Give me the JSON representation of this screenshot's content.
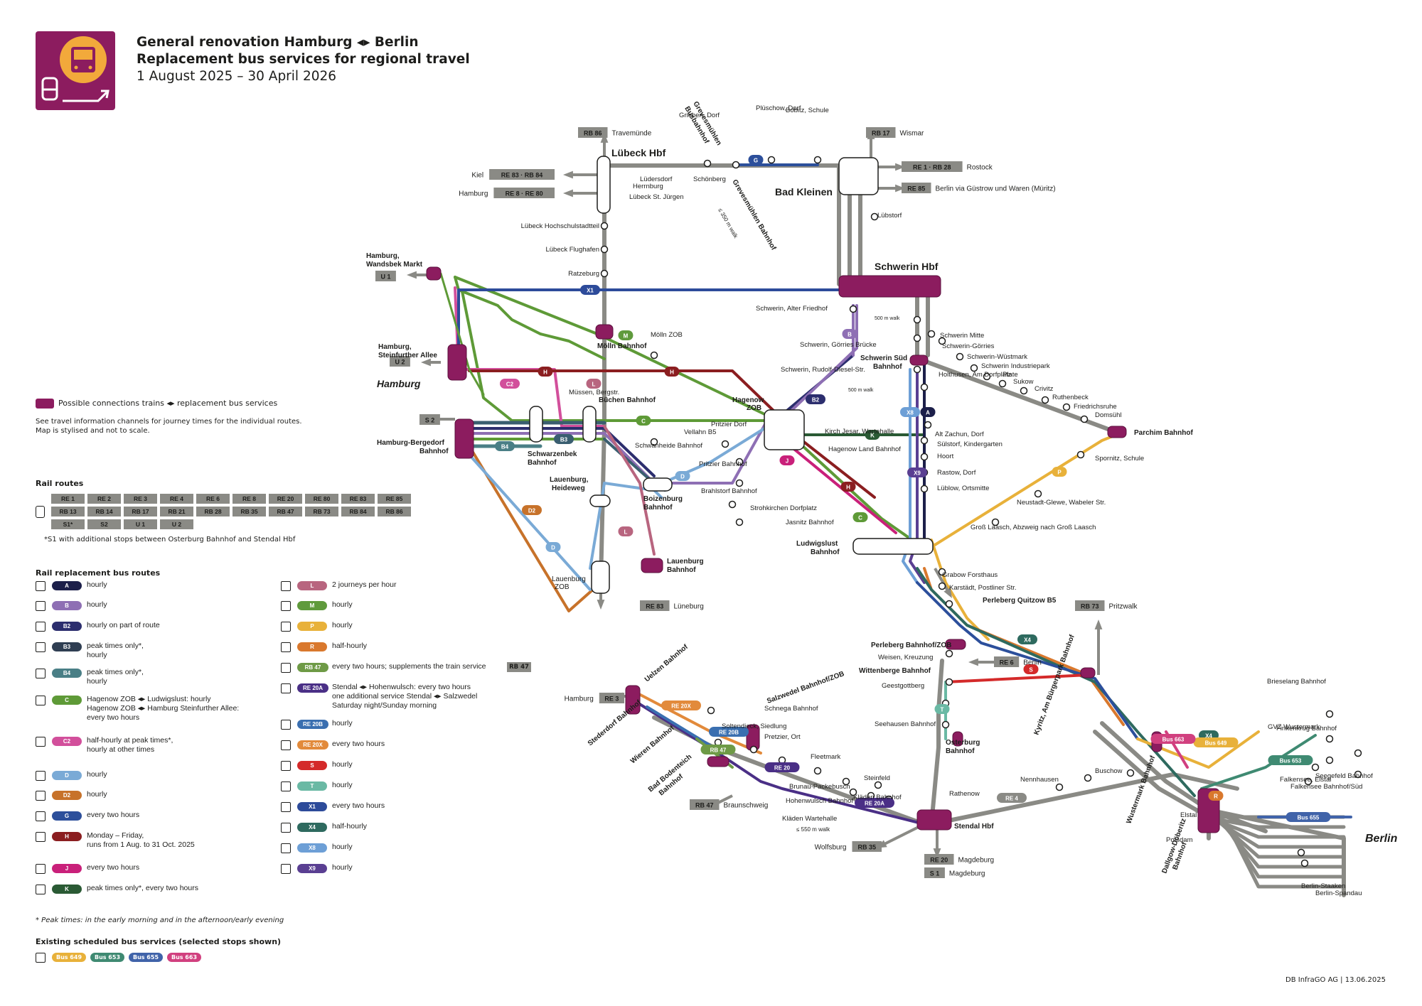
{
  "header": {
    "title_line1": "General renovation Hamburg ◂▸ Berlin",
    "title_line2": "Replacement bus services for regional travel",
    "title_line3": "1 August 2025 – 30 April 2026"
  },
  "intro": {
    "connections": "Possible connections trains ◂▸ replacement bus services",
    "note1": "See travel information channels for journey times for the individual routes.",
    "note2": "Map is stylised and not to scale."
  },
  "rail_routes": {
    "heading": "Rail routes",
    "row1": [
      "RE 1",
      "RE 2",
      "RE 3",
      "RE 4",
      "RE 6",
      "RE 8",
      "RE 20",
      "RE 80",
      "RE 83",
      "RE 85"
    ],
    "row2": [
      "RB 13",
      "RB 14",
      "RB 17",
      "RB 21",
      "RB 28",
      "RB 35",
      "RB 47",
      "RB 73",
      "RB 84",
      "RB 86"
    ],
    "row3": [
      "S1*",
      "S2",
      "U 1",
      "U 2"
    ],
    "footnote": "*S1 with additional stops between Osterburg Bahnhof and Stendal Hbf"
  },
  "bus_routes": {
    "heading": "Rail replacement bus routes",
    "left": [
      {
        "code": "A",
        "color": "#1c1f4a",
        "text": [
          "hourly"
        ]
      },
      {
        "code": "B",
        "color": "#8e6fb4",
        "text": [
          "hourly"
        ]
      },
      {
        "code": "B2",
        "color": "#2c2e6e",
        "text": [
          "hourly on part of route"
        ]
      },
      {
        "code": "B3",
        "color": "#2f3e52",
        "text": [
          "peak times only*,",
          "hourly"
        ]
      },
      {
        "code": "B4",
        "color": "#4a7f86",
        "text": [
          "peak times only*,",
          "hourly"
        ]
      },
      {
        "code": "C",
        "color": "#5e9a37",
        "text": [
          "Hagenow ZOB ◂▸ Ludwigslust: hourly",
          "Hagenow ZOB ◂▸ Hamburg Steinfurther Allee:",
          "every two hours"
        ]
      },
      {
        "code": "C2",
        "color": "#d24f9b",
        "text": [
          "half-hourly at peak times*,",
          "hourly at other times"
        ]
      },
      {
        "code": "D",
        "color": "#7aaad6",
        "text": [
          "hourly"
        ]
      },
      {
        "code": "D2",
        "color": "#c7722a",
        "text": [
          "hourly"
        ]
      },
      {
        "code": "G",
        "color": "#2c4f9b",
        "text": [
          "every two hours"
        ]
      },
      {
        "code": "H",
        "color": "#8b1e20",
        "text": [
          "Monday – Friday,",
          "runs from 1 Aug. to 31 Oct. 2025"
        ]
      },
      {
        "code": "J",
        "color": "#c9207a",
        "text": [
          "every two hours"
        ]
      },
      {
        "code": "K",
        "color": "#2a5a34",
        "text": [
          "peak times only*, every two hours"
        ]
      }
    ],
    "right": [
      {
        "code": "L",
        "color": "#b8657f",
        "text": [
          "2 journeys per hour"
        ]
      },
      {
        "code": "M",
        "color": "#5f9a3c",
        "text": [
          "hourly"
        ]
      },
      {
        "code": "P",
        "color": "#e8b13a",
        "text": [
          "hourly"
        ]
      },
      {
        "code": "R",
        "color": "#d9782d",
        "text": [
          "half-hourly"
        ]
      },
      {
        "code": "RB 47",
        "color": "#6e9a46",
        "text": [
          "every two hours; supplements the train service"
        ],
        "tag": "RB 47"
      },
      {
        "code": "RE 20A",
        "color": "#4a2f86",
        "text": [
          "Stendal ◂▸ Hohenwulsch: every two hours",
          "one additional service Stendal ◂▸ Salzwedel",
          "Saturday night/Sunday morning"
        ]
      },
      {
        "code": "RE 20B",
        "color": "#3a6fb0",
        "text": [
          "hourly"
        ]
      },
      {
        "code": "RE 20X",
        "color": "#e28a3b",
        "text": [
          "every two hours"
        ]
      },
      {
        "code": "S",
        "color": "#d42a2a",
        "text": [
          "hourly"
        ]
      },
      {
        "code": "T",
        "color": "#6ab9a4",
        "text": [
          "hourly"
        ]
      },
      {
        "code": "X1",
        "color": "#2d4b9a",
        "text": [
          "every two hours"
        ]
      },
      {
        "code": "X4",
        "color": "#2e6a5f",
        "text": [
          "half-hourly"
        ]
      },
      {
        "code": "X8",
        "color": "#6d9fd6",
        "text": [
          "hourly"
        ]
      },
      {
        "code": "X9",
        "color": "#5a3f92",
        "text": [
          "hourly"
        ]
      }
    ],
    "peak_note": "* Peak times: in the early morning and in the afternoon/early evening"
  },
  "existing_bus": {
    "heading": "Existing scheduled bus services (selected stops shown)",
    "items": [
      {
        "label": "Bus 649",
        "color": "#e8b13a"
      },
      {
        "label": "Bus 653",
        "color": "#3f8a72"
      },
      {
        "label": "Bus 655",
        "color": "#4063a9"
      },
      {
        "label": "Bus 663",
        "color": "#d1407f"
      }
    ]
  },
  "map": {
    "hamburg_label": "Hamburg",
    "berlin_label": "Berlin",
    "stations": {
      "luebeck": "Lübeck Hbf",
      "bad_kleinen": "Bad Kleinen",
      "schwerin": "Schwerin Hbf",
      "wandsbek": "Hamburg, Wandsbek Markt",
      "steinfurther": "Hamburg, Steinfurther Allee",
      "bergedorf": "Hamburg-Bergedorf Bahnhof",
      "moelln": "Mölln Bahnhof",
      "buechen": "Büchen Bahnhof",
      "hagenow": "Hagenow ZOB",
      "schwarzenbek": "Schwarzenbek Bahnhof",
      "lauenburg_heideweg": "Lauenburg, Heideweg",
      "boizenburg": "Boizenburg Bahnhof",
      "lauenburg": "Lauenburg Bahnhof",
      "lauenburg_zob": "Lauenburg ZOB",
      "ludwigslust": "Ludwigslust Bahnhof",
      "schwerin_sued": "Schwerin Süd Bahnhof",
      "parchim": "Parchim Bahnhof",
      "perleberg_quitzow": "Perleberg Quitzow B5",
      "perleberg": "Perleberg Bahnhof/ZOB",
      "wittenberge": "Wittenberge Bahnhof",
      "osterburg": "Osterburg Bahnhof",
      "stendal": "Stendal Hbf",
      "uelzen": "Uelzen Bahnhof",
      "salzwedel": "Salzwedel Bahnhof/ZOB",
      "stederdorf": "Stederdorf Bahnhof",
      "wieren": "Wieren Bahnhof",
      "bad_bodenteich": "Bad Bodenteich Bahnhof",
      "kyritz": "Kyritz, Am Bürgerpark Bahnhof",
      "wustermark": "Wustermark Bahnhof",
      "dallgow": "Dallgow-Döberitz Bahnhof",
      "grevesmuehlen_bus": "Grevesmühlen Busbahnhof",
      "grevesmuehlen": "Grevesmühlen Bahnhof"
    },
    "stops_north": [
      "Lübeck Hochschulstadtteil",
      "Lübeck Flughafen",
      "Ratzeburg"
    ],
    "stops_misc": [
      "Mölln ZOB",
      "Müssen, Bergstr.",
      "Vellahn B5",
      "Pritzier Dorf",
      "Pritzier Bahnhof",
      "Schwanheide Bahnhof",
      "Brahlstorf Bahnhof",
      "Kirch Jesar, Wartehalle",
      "Hagenow Land Bahnhof",
      "Strohkirchen Dorfplatz",
      "Jasnitz Bahnhof",
      "Schwerin, Alter Friedhof",
      "Schwerin, Görries Brücke",
      "Schwerin, Rudolf-Diesel-Str.",
      "Holthusen, Am Dorfplatz",
      "Alt Zachun, Dorf",
      "Sülstorf, Kindergarten",
      "Hoort",
      "Rastow, Dorf",
      "Lüblow, Ortsmitte",
      "Schwerin Mitte",
      "Schwerin-Görries",
      "Schwerin-Wüstmark",
      "Schwerin Industriepark",
      "Plate",
      "Sukow",
      "Crivitz",
      "Ruthenbeck",
      "Friedrichsruhe",
      "Domsühl",
      "Spornitz, Schule",
      "Neustadt-Glewe, Wabeler Str.",
      "Groß Laasch, Abzweig nach Groß Laasch",
      "Lübstorf",
      "Grabow Forsthaus",
      "Karstädt, Postliner Str.",
      "Weisen, Kreuzung",
      "Geestgottberg",
      "Seehausen Bahnhof",
      "Rathenow",
      "Nennhausen",
      "Buschow",
      "Soltendieck, Siedlung",
      "Schnega Bahnhof",
      "Pretzier, Ort",
      "Fleetmark",
      "Brunau-Packebusch",
      "Hohenwulsch Bahnhof",
      "Kläden Wartehalle",
      "Kläden Bahnhof",
      "Steinfeld",
      "Herrnburg",
      "Lüdersdorf",
      "Lübeck St. Jürgen",
      "Schönberg",
      "Grieben, Dorf",
      "Plüschow, Dorf",
      "Bobitz, Schule",
      "Brieselang Bahnhof",
      "GVZ Wustermark",
      "Finkenkrug Bahnhof",
      "Falkensee, Elstal",
      "Falkensee Bahnhof/Süd",
      "Seegefeld Bahnhof",
      "Berlin-Staaken",
      "Berlin-Spandau",
      "Elstal",
      "Potsdam"
    ],
    "walk_500": "500 m walk",
    "walk_350": "≤ 350 m walk",
    "walk_550": "≤ 550 m walk",
    "ext": [
      {
        "id": "trav",
        "tag": "RB 86",
        "text": "Travemünde"
      },
      {
        "id": "kiel",
        "tag": "RE 83 · RB 84",
        "text": "Kiel"
      },
      {
        "id": "hh",
        "tag": "RE 8 · RE 80",
        "text": "Hamburg"
      },
      {
        "id": "wismar",
        "tag": "RB 17",
        "text": "Wismar"
      },
      {
        "id": "rostock",
        "tag": "RE 1 · RB 28",
        "text": "Rostock"
      },
      {
        "id": "berlin_gw",
        "tag": "RE 85",
        "text": "Berlin via Güstrow und Waren (Müritz)"
      },
      {
        "id": "lueneburg",
        "tag": "RE 83",
        "text": "Lüneburg"
      },
      {
        "id": "pritzwalk",
        "tag": "RB 73",
        "text": "Pritzwalk"
      },
      {
        "id": "berlin_re6",
        "tag": "RE 6",
        "text": "Berlin"
      },
      {
        "id": "hamburg_re3",
        "tag": "RE 3",
        "text": "Hamburg"
      },
      {
        "id": "braunschweig",
        "tag": "RB 47",
        "text": "Braunschweig"
      },
      {
        "id": "wolfsburg",
        "tag": "RB 35",
        "text": "Wolfsburg"
      },
      {
        "id": "magdeburg",
        "tag": "RE 20",
        "text": "Magdeburg"
      },
      {
        "id": "magdeburg_s",
        "tag": "S 1",
        "text": "Magdeburg"
      },
      {
        "id": "wandsbek_u",
        "tag": "U 1",
        "text": ""
      },
      {
        "id": "stein_u",
        "tag": "U 2",
        "text": ""
      },
      {
        "id": "bergedorf_s",
        "tag": "S 2",
        "text": ""
      }
    ]
  },
  "footer": "DB InfraGO AG | 13.06.2025"
}
